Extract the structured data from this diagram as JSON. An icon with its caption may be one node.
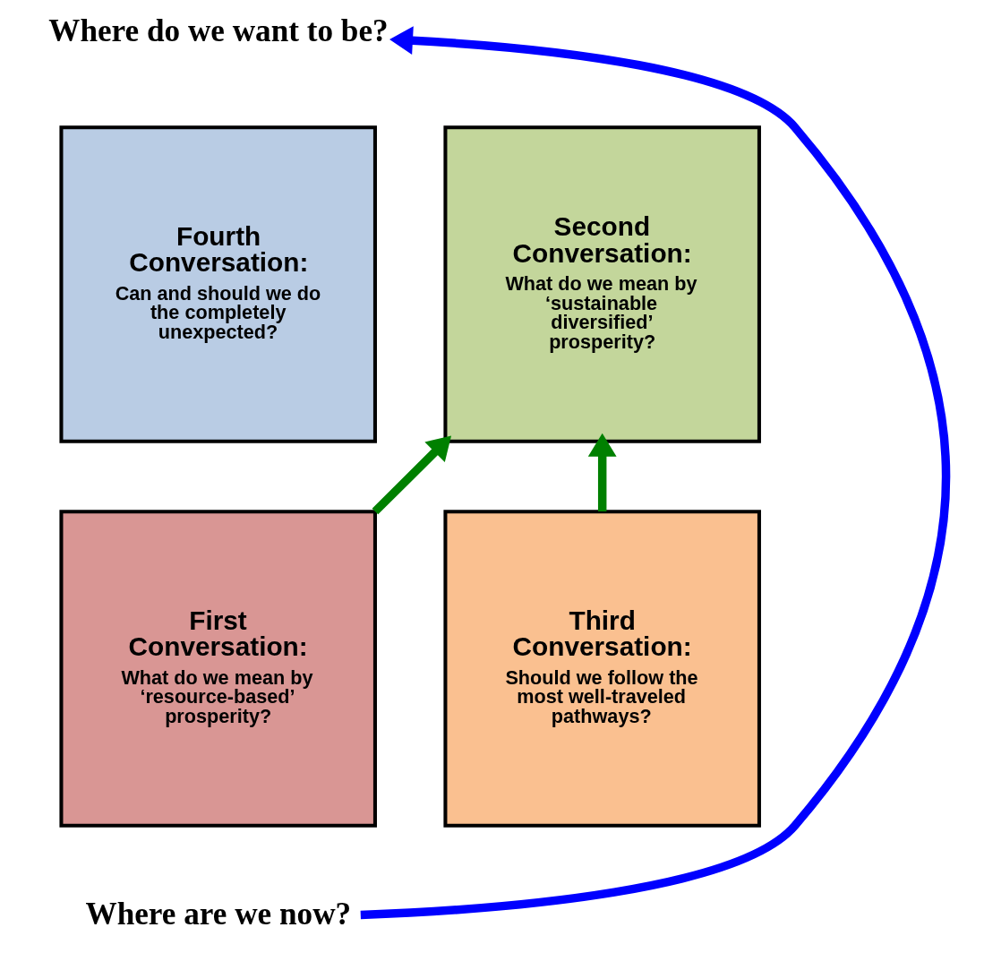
{
  "diagram": {
    "nodes": [
      {
        "text": [
          "Where do we want to be?"
        ]
      },
      {
        "text": [
          "Fourth Conversation:",
          "Can and should we do the completely unexpected?"
        ]
      },
      {
        "text": [
          "Second Conversation:",
          "What do we mean by ‘sustainable diversified’ prosperity?"
        ]
      },
      {
        "text": [
          "First Conversation:",
          "What do we mean by ‘resource-based’ prosperity?"
        ]
      },
      {
        "text": [
          "Third Conversation:",
          "Should we follow the most well-traveled pathways?"
        ]
      },
      {
        "text": [
          "Where are we now?"
        ]
      }
    ],
    "edges": [
      {
        "from": 5,
        "to": 0,
        "arrow": "to",
        "color": "#0000ff"
      },
      {
        "from": 3,
        "to": 2,
        "arrow": "to",
        "color": "#008000"
      },
      {
        "from": 4,
        "to": 2,
        "arrow": "to",
        "color": "#008000"
      }
    ]
  }
}
